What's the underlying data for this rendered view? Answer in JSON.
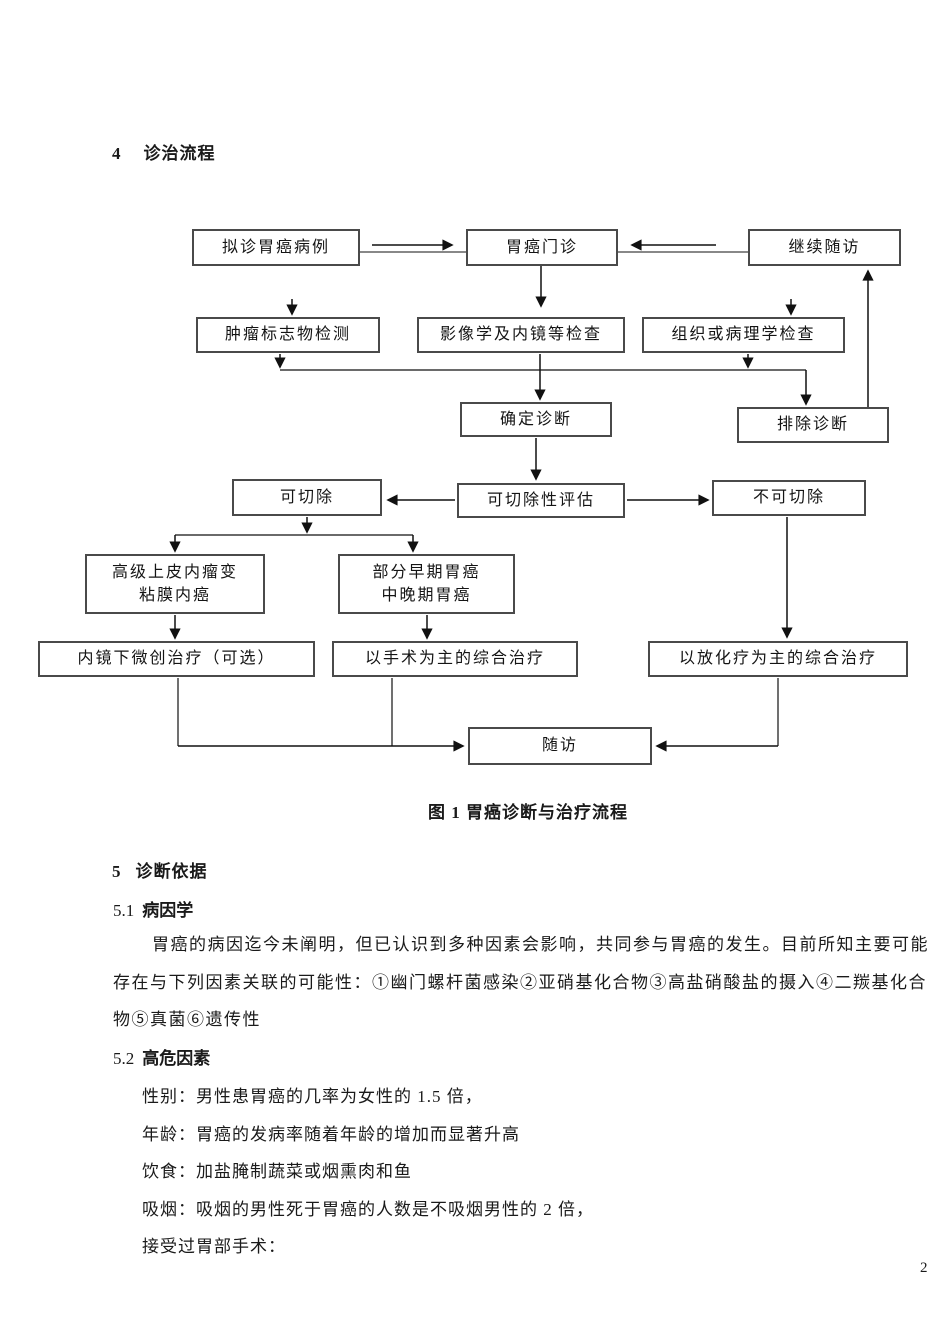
{
  "ink": "#1a1a1a",
  "page": {
    "number": "2"
  },
  "section4": {
    "number": "4",
    "title": "诊治流程"
  },
  "flowchart": {
    "nodes": {
      "suspected": "拟诊胃癌病例",
      "clinic": "胃癌门诊",
      "continue_followup": "继续随访",
      "tumor_marker": "肿瘤标志物检测",
      "imaging": "影像学及内镜等检查",
      "pathology": "组织或病理学检查",
      "confirm": "确定诊断",
      "exclude": "排除诊断",
      "resectable": "可切除",
      "assessment": "可切除性评估",
      "unresectable": "不可切除",
      "hgin": {
        "line1": "高级上皮内瘤变",
        "line2": "粘膜内癌"
      },
      "early": {
        "line1": "部分早期胃癌",
        "line2": "中晚期胃癌"
      },
      "endoscopic": "内镜下微创治疗（可选）",
      "surgery": "以手术为主的综合治疗",
      "chemoradio": "以放化疗为主的综合治疗",
      "followup": "随访"
    }
  },
  "figure": {
    "caption": "图 1 胃癌诊断与治疗流程"
  },
  "section5": {
    "number": "5",
    "title": "诊断依据",
    "s51": {
      "number": "5.1",
      "title": "病因学",
      "paragraph_lines": [
        "胃癌的病因迄今未阐明，但已认识到多种因素会影响，共同参与胃癌的发生。目前所知主要可能",
        "存在与下列因素关联的可能性：①幽门螺杆菌感染②亚硝基化合物③高盐硝酸盐的摄入④二羰基化合",
        "物⑤真菌⑥遗传性"
      ]
    },
    "s52": {
      "number": "5.2",
      "title": "高危因素",
      "items": [
        "性别：男性患胃癌的几率为女性的 1.5 倍，",
        "年龄：胃癌的发病率随着年龄的增加而显著升高",
        "饮食：加盐腌制蔬菜或烟熏肉和鱼",
        "吸烟：吸烟的男性死于胃癌的人数是不吸烟男性的 2 倍，",
        "接受过胃部手术："
      ]
    }
  }
}
